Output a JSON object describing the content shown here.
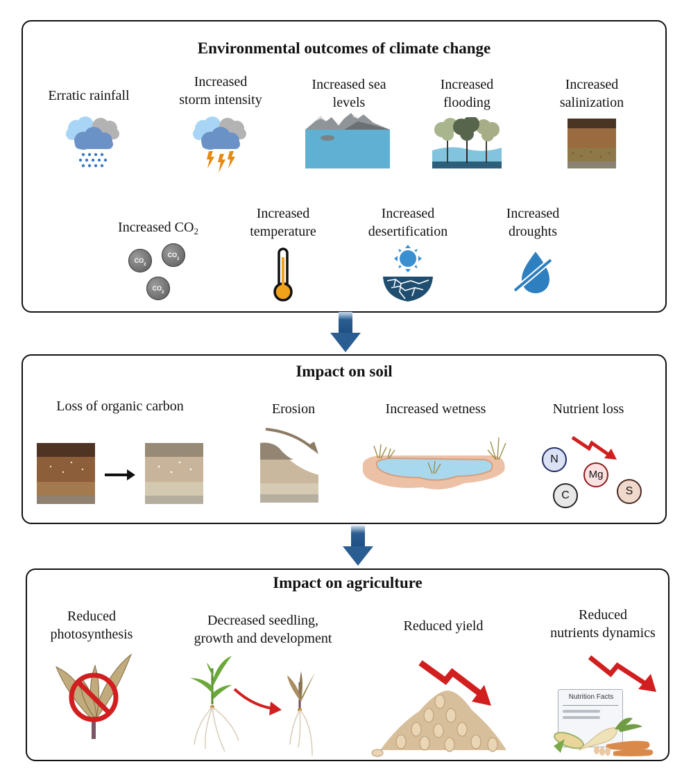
{
  "panels": {
    "environment": {
      "title": "Environmental outcomes of climate change",
      "items": [
        {
          "label_lines": [
            "Erratic rainfall"
          ],
          "icon": "rain-cloud-icon"
        },
        {
          "label_lines": [
            "Increased",
            "storm intensity"
          ],
          "icon": "storm-cloud-icon"
        },
        {
          "label_lines": [
            "Increased sea",
            "levels"
          ],
          "icon": "sea-mountains-icon"
        },
        {
          "label_lines": [
            "Increased",
            "flooding"
          ],
          "icon": "flooded-trees-icon"
        },
        {
          "label_lines": [
            "Increased",
            "salinization"
          ],
          "icon": "soil-layers-icon"
        },
        {
          "label_main": "Increased CO",
          "label_sub": "2",
          "icon": "co2-molecules-icon",
          "molecule_text": "CO",
          "molecule_sub": "2"
        },
        {
          "label_lines": [
            "Increased",
            "temperature"
          ],
          "icon": "thermometer-icon"
        },
        {
          "label_lines": [
            "Increased",
            "desertification"
          ],
          "icon": "sun-cracked-earth-icon"
        },
        {
          "label_lines": [
            "Increased",
            "droughts"
          ],
          "icon": "no-water-drop-icon"
        }
      ]
    },
    "soil": {
      "title": "Impact on soil",
      "items": [
        {
          "label": "Loss of organic carbon",
          "icon": "soil-carbon-loss-icon"
        },
        {
          "label": "Erosion",
          "icon": "soil-erosion-icon"
        },
        {
          "label": "Increased wetness",
          "icon": "pond-icon"
        },
        {
          "label": "Nutrient loss",
          "icon": "nutrient-loss-icon",
          "nutrients": [
            "N",
            "Mg",
            "C",
            "S"
          ]
        }
      ]
    },
    "agriculture": {
      "title": "Impact on agriculture",
      "items": [
        {
          "label_lines": [
            "Reduced",
            "photosynthesis"
          ],
          "icon": "prohibited-leaf-icon"
        },
        {
          "label_lines": [
            "Decreased seedling,",
            "growth and development"
          ],
          "icon": "seedling-decline-icon"
        },
        {
          "label_lines": [
            "Reduced yield"
          ],
          "icon": "grain-pile-decline-icon"
        },
        {
          "label_lines": [
            "Reduced",
            "nutrients dynamics"
          ],
          "icon": "nutrition-facts-decline-icon",
          "card_text": "Nutrition Facts"
        }
      ]
    }
  },
  "colors": {
    "flow_arrow": "#2a5d91",
    "decline_arrow": "#d11f1f",
    "border": "#111111"
  }
}
